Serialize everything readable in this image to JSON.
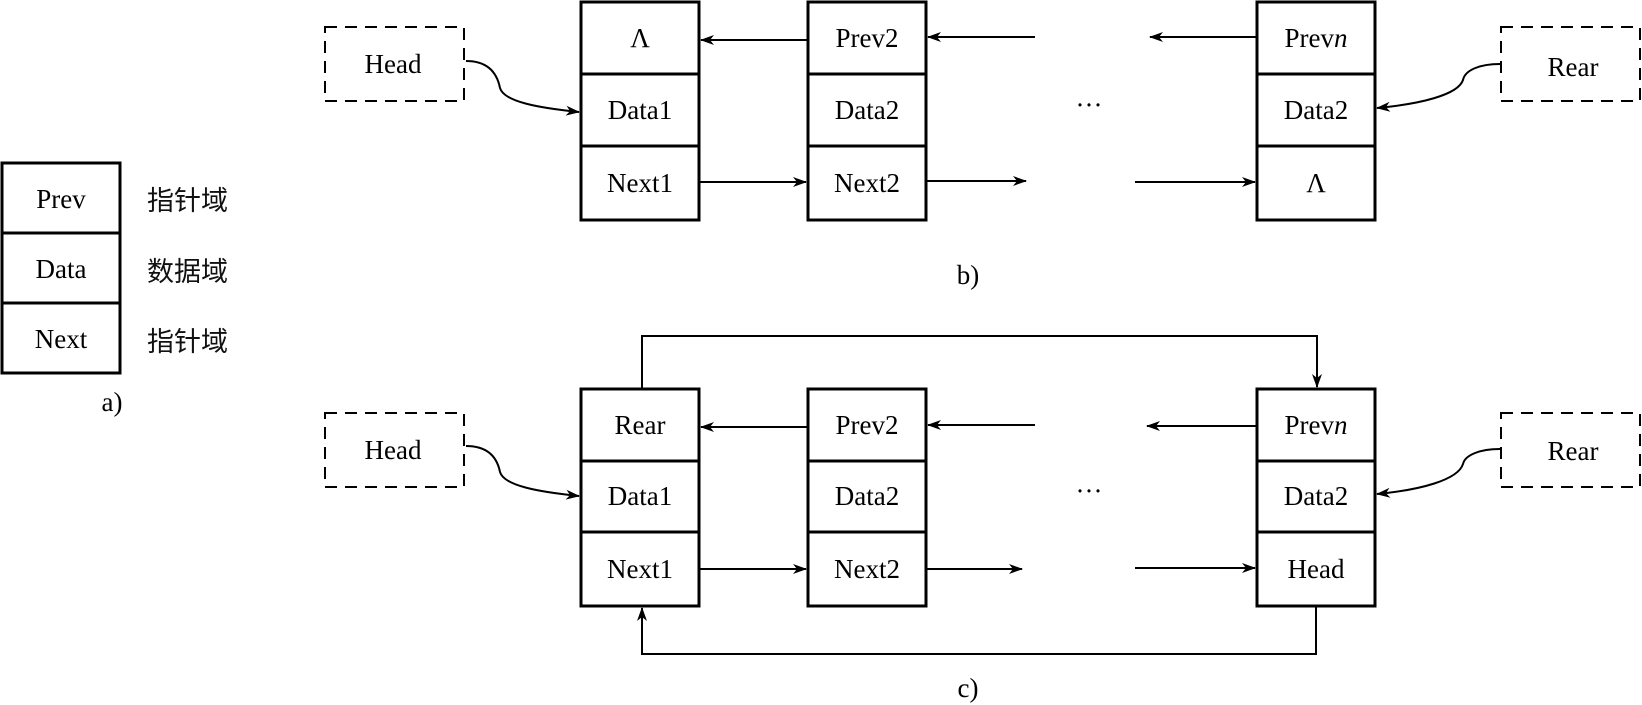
{
  "diagram": {
    "panel_a": {
      "caption": "a)",
      "fields": [
        {
          "label": "Prev",
          "desc": "指针域"
        },
        {
          "label": "Data",
          "desc": "数据域"
        },
        {
          "label": "Next",
          "desc": "指针域"
        }
      ]
    },
    "panel_b": {
      "caption": "b)",
      "head_label": "Head",
      "rear_label": "Rear",
      "ellipsis": "···",
      "nodes": [
        {
          "prev": "Λ",
          "data": "Data1",
          "next": "Next1"
        },
        {
          "prev": "Prev2",
          "data": "Data2",
          "next": "Next2"
        },
        {
          "prev": "Prev",
          "prev_italic": "n",
          "data": "Data2",
          "next": "Λ"
        }
      ]
    },
    "panel_c": {
      "caption": "c)",
      "head_label": "Head",
      "rear_label": "Rear",
      "ellipsis": "···",
      "nodes": [
        {
          "prev": "Rear",
          "data": "Data1",
          "next": "Next1"
        },
        {
          "prev": "Prev2",
          "data": "Data2",
          "next": "Next2"
        },
        {
          "prev": "Prev",
          "prev_italic": "n",
          "data": "Data2",
          "next": "Head"
        }
      ]
    }
  }
}
